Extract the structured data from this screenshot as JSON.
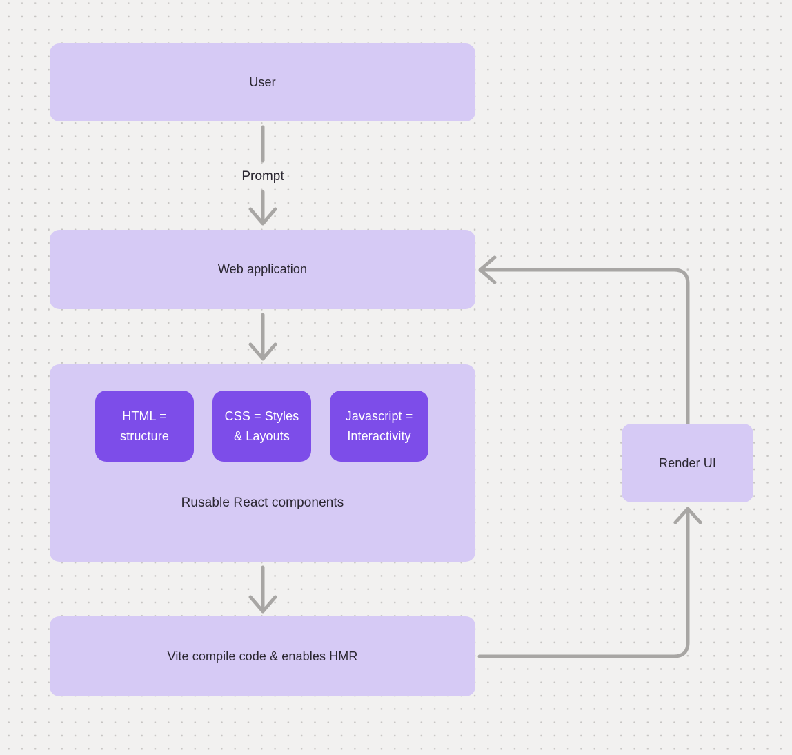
{
  "diagram": {
    "nodes": {
      "user": {
        "label": "User"
      },
      "web_application": {
        "label": "Web application"
      },
      "components_group": {
        "label": "Rusable React components",
        "chips": [
          {
            "label": "HTML = structure"
          },
          {
            "label": "CSS = Styles & Layouts"
          },
          {
            "label": "Javascript = Interactivity"
          }
        ]
      },
      "vite": {
        "label": "Vite compile code & enables HMR"
      },
      "render_ui": {
        "label": "Render UI"
      }
    },
    "edge_labels": {
      "prompt": "Prompt"
    },
    "colors": {
      "background": "#f2f1f0",
      "grid_dot": "#c7c5c3",
      "node_fill": "#d6caf5",
      "chip_fill": "#7d4de9",
      "connector": "#a8a6a4",
      "text_dark": "#2a2630",
      "text_light": "#ffffff"
    }
  }
}
